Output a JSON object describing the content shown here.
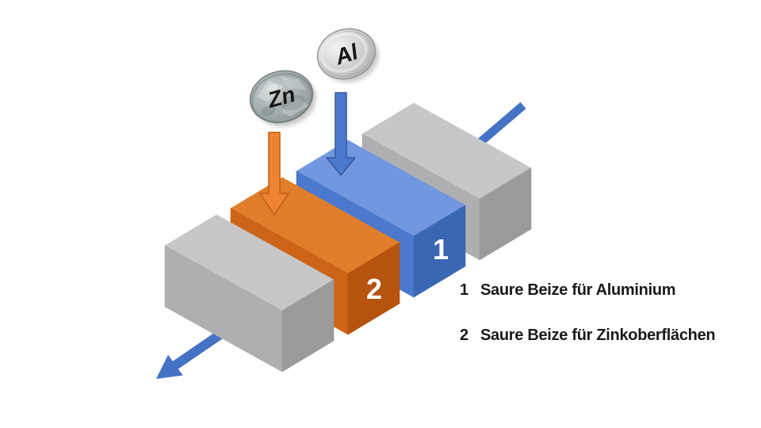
{
  "background": "#FFFFFF",
  "colors": {
    "gray_top": "#C7C7C8",
    "gray_front": "#AFAFB1",
    "gray_end": "#9B9B9D",
    "blue_top": "#7097DF",
    "blue_front": "#4B79CD",
    "blue_end": "#3A67B3",
    "orange_top": "#E07E2B",
    "orange_front": "#CC6418",
    "orange_end": "#B5530F",
    "flow_arrow": "#4472C4",
    "drop_arrow_blue_fill": "#4B79CE",
    "drop_arrow_blue_stroke": "#35599B",
    "drop_arrow_orange_fill": "#EE8433",
    "drop_arrow_orange_stroke": "#C05E14",
    "number_text": "#FFFFFF",
    "legend_text": "#1A1A1A",
    "disc_text": "#161616",
    "zn_light": "#C6CECE",
    "zn_base": "#AAB3B3",
    "zn_dark": "#869292",
    "zn_rim": "#77837F",
    "al_light": "#F3F3F3",
    "al_base": "#D8D8D8",
    "al_dark": "#A2A2A2",
    "al_rim": "#999999"
  },
  "tanks": {
    "blue": {
      "number": "1"
    },
    "orange": {
      "number": "2"
    }
  },
  "discs": {
    "zn": {
      "label": "Zn"
    },
    "al": {
      "label": "Al"
    }
  },
  "legend": {
    "items": [
      {
        "number": "1",
        "label": "Saure Beize für Aluminium"
      },
      {
        "number": "2",
        "label": "Saure Beize für Zinkoberflächen"
      }
    ]
  }
}
